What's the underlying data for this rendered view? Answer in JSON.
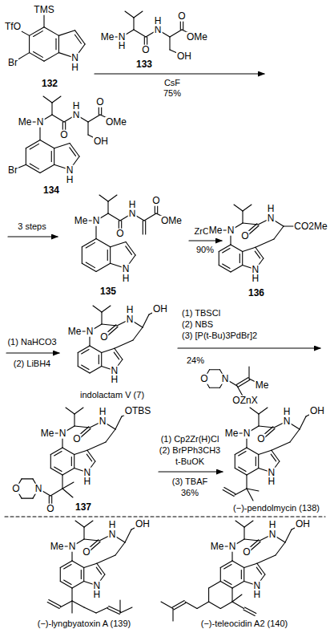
{
  "diagram": {
    "labels": [
      "TMS",
      "TfO",
      "Br",
      "N",
      "H",
      "132",
      "Me",
      "N",
      "H",
      "O",
      "N",
      "H",
      "O",
      "OMe",
      "OH",
      "133",
      "CsF",
      "75%",
      "Me",
      "N",
      "O",
      "N",
      "H",
      "O",
      "OMe",
      "OH",
      "Br",
      "N",
      "H",
      "134",
      "3 steps",
      "Me",
      "N",
      "O",
      "N",
      "H",
      "O",
      "OMe",
      "N",
      "H",
      "135",
      "ZrCl4",
      "90%",
      "Me",
      "N",
      "O",
      "N",
      "H",
      "CO2Me",
      "N",
      "H",
      "136",
      "(1) NaHCO3",
      "(2) LiBH4",
      "Me",
      "N",
      "O",
      "N",
      "H",
      "OH",
      "N",
      "H",
      "indolactam V (7)",
      "(1) TBSCl",
      "(2) NBS",
      "(3) [P(t-Bu)3PdBr]2",
      "24%",
      "O",
      "N",
      "Me",
      "OZnX",
      "Me",
      "N",
      "O",
      "N",
      "H",
      "OTBS",
      "N",
      "H",
      "O",
      "N",
      "O",
      "137",
      "(1) Cp2Zr(H)Cl",
      "(2) BrPPh3CH3",
      "t-BuOK",
      "(3) TBAF",
      "36%",
      "Me",
      "N",
      "O",
      "N",
      "H",
      "OH",
      "N",
      "H",
      "(−)-pendolmycin (138)",
      "Me",
      "N",
      "O",
      "N",
      "H",
      "OH",
      "N",
      "H",
      "(−)-lyngbyatoxin A (139)",
      "Me",
      "N",
      "O",
      "N",
      "H",
      "OH",
      "N",
      "H",
      "(−)-teleocidin A2 (140)"
    ]
  }
}
